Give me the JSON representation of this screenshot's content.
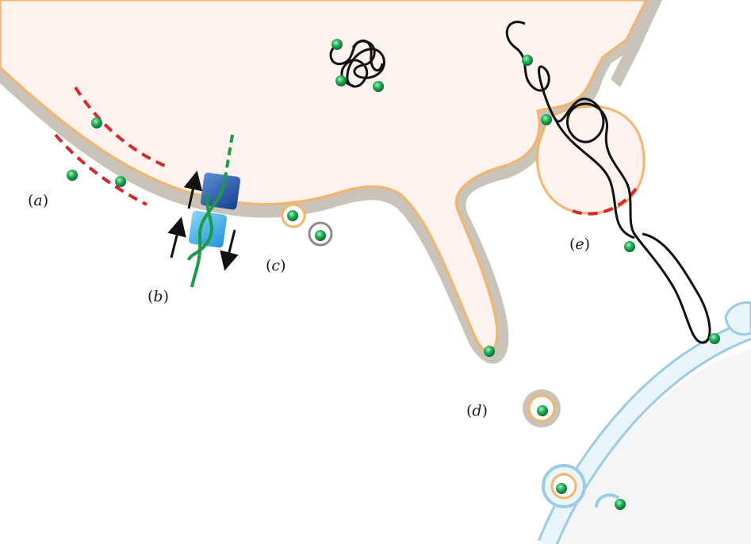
{
  "figure": {
    "panels": [
      {
        "id": "a",
        "label": "(a)"
      },
      {
        "id": "b",
        "label": "(b)"
      },
      {
        "id": "c",
        "label": "(c)"
      },
      {
        "id": "d",
        "label": "(d)"
      },
      {
        "id": "e",
        "label": "(e)"
      }
    ]
  },
  "colors": {
    "cytoplasm": "#fff3ef",
    "membrane_gray": "#c9c3ba",
    "membrane_orange": "#f5b469",
    "disruption_red": "#d9262c",
    "particle_green": "#1fa050",
    "chain_black": "#111111",
    "channel_dark_blue": "#1b4fa8",
    "channel_light_blue": "#31a8e0",
    "target_cell_border": "#9ccbe6",
    "target_cell_fill": "#eaf5fb",
    "green_strand": "#1f9a48"
  }
}
